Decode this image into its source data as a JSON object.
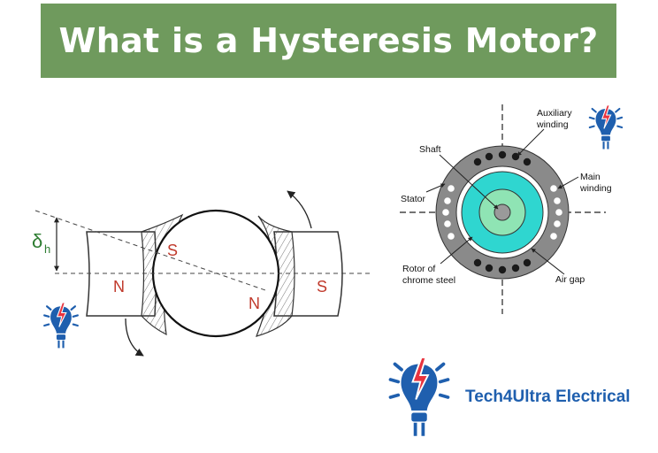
{
  "title": "What is a Hysteresis Motor?",
  "left_diagram": {
    "pole_left_label": "N",
    "pole_right_label": "S",
    "rotor_top_label": "S",
    "rotor_bottom_label": "N",
    "angle_symbol": "δ",
    "angle_subscript": "h",
    "label_color": "#c0392b",
    "angle_color": "#2e7d32"
  },
  "right_diagram": {
    "labels": {
      "shaft": "Shaft",
      "aux_line1": "Auxiliary",
      "aux_line2": "winding",
      "main_line1": "Main",
      "main_line2": "winding",
      "stator": "Stator",
      "rotor_line1": "Rotor of",
      "rotor_line2": "chrome steel",
      "air_gap": "Air gap"
    },
    "colors": {
      "stator": "#8a8a8a",
      "rotor": "#2fd6d0",
      "inner": "#8fe4b4",
      "shaft": "#9a9a9a"
    }
  },
  "brand": {
    "name": "Tech4Ultra Electrical",
    "color": "#1f5fae",
    "accent": "#e8343f",
    "icon": "lightbulb-plug-icon"
  }
}
